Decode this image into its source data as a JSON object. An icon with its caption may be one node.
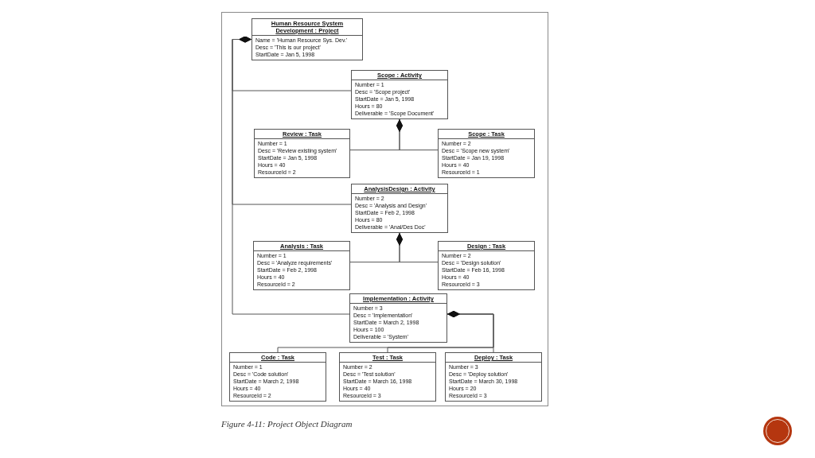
{
  "diagram": {
    "caption": "Figure 4-11: Project Object Diagram",
    "nodes": [
      {
        "text": [
          "Human Resource System Development : Project",
          "Name = 'Human Resource Sys. Dev.'",
          "Desc = 'This is our project'",
          "StartDate = Jan 5, 1998"
        ]
      },
      {
        "text": [
          "Scope : Activity",
          "Number = 1",
          "Desc = 'Scope project'",
          "StartDate = Jan 5, 1998",
          "Hours = 80",
          "Deliverable = 'Scope Document'"
        ]
      },
      {
        "text": [
          "Review : Task",
          "Number = 1",
          "Desc = 'Review existing system'",
          "StartDate = Jan 5, 1998",
          "Hours = 40",
          "ResourceId = 2"
        ]
      },
      {
        "text": [
          "Scope : Task",
          "Number = 2",
          "Desc = 'Scope new system'",
          "StartDate = Jan 19, 1998",
          "Hours = 40",
          "ResourceId = 1"
        ]
      },
      {
        "text": [
          "AnalysisDesign : Activity",
          "Number = 2",
          "Desc = 'Analysis and Design'",
          "StartDate = Feb 2, 1998",
          "Hours = 80",
          "Deliverable = 'Anal/Des Doc'"
        ]
      },
      {
        "text": [
          "Analysis : Task",
          "Number = 1",
          "Desc = 'Analyze requirements'",
          "StartDate = Feb 2, 1998",
          "Hours = 40",
          "ResourceId = 2"
        ]
      },
      {
        "text": [
          "Design : Task",
          "Number = 2",
          "Desc = 'Design solution'",
          "StartDate = Feb 16, 1998",
          "Hours = 40",
          "ResourceId = 3"
        ]
      },
      {
        "text": [
          "Implementation : Activity",
          "Number = 3",
          "Desc = 'Implementation'",
          "StartDate = March 2, 1998",
          "Hours = 100",
          "Deliverable = 'System'"
        ]
      },
      {
        "text": [
          "Code : Task",
          "Number = 1",
          "Desc = 'Code solution'",
          "StartDate = March 2, 1998",
          "Hours = 40",
          "ResourceId = 2"
        ]
      },
      {
        "text": [
          "Test : Task",
          "Number = 2",
          "Desc = 'Test solution'",
          "StartDate = March 16, 1998",
          "Hours = 40",
          "ResourceId = 3"
        ]
      },
      {
        "text": [
          "Deploy : Task",
          "Number = 3",
          "Desc = 'Deploy solution'",
          "StartDate = March 30, 1998",
          "Hours = 20",
          "ResourceId = 3"
        ]
      }
    ],
    "edges": [
      {
        "from": 0,
        "to": 1,
        "arrow": "other"
      },
      {
        "from": 0,
        "to": 4,
        "arrow": "other"
      },
      {
        "from": 0,
        "to": 7,
        "arrow": "other"
      },
      {
        "from": 1,
        "to": 2,
        "arrow": "other"
      },
      {
        "from": 1,
        "to": 3,
        "arrow": "other"
      },
      {
        "from": 4,
        "to": 5,
        "arrow": "other"
      },
      {
        "from": 4,
        "to": 6,
        "arrow": "other"
      },
      {
        "from": 7,
        "to": 8,
        "arrow": "other"
      },
      {
        "from": 7,
        "to": 9,
        "arrow": "other"
      },
      {
        "from": 7,
        "to": 10,
        "arrow": "other"
      }
    ]
  }
}
